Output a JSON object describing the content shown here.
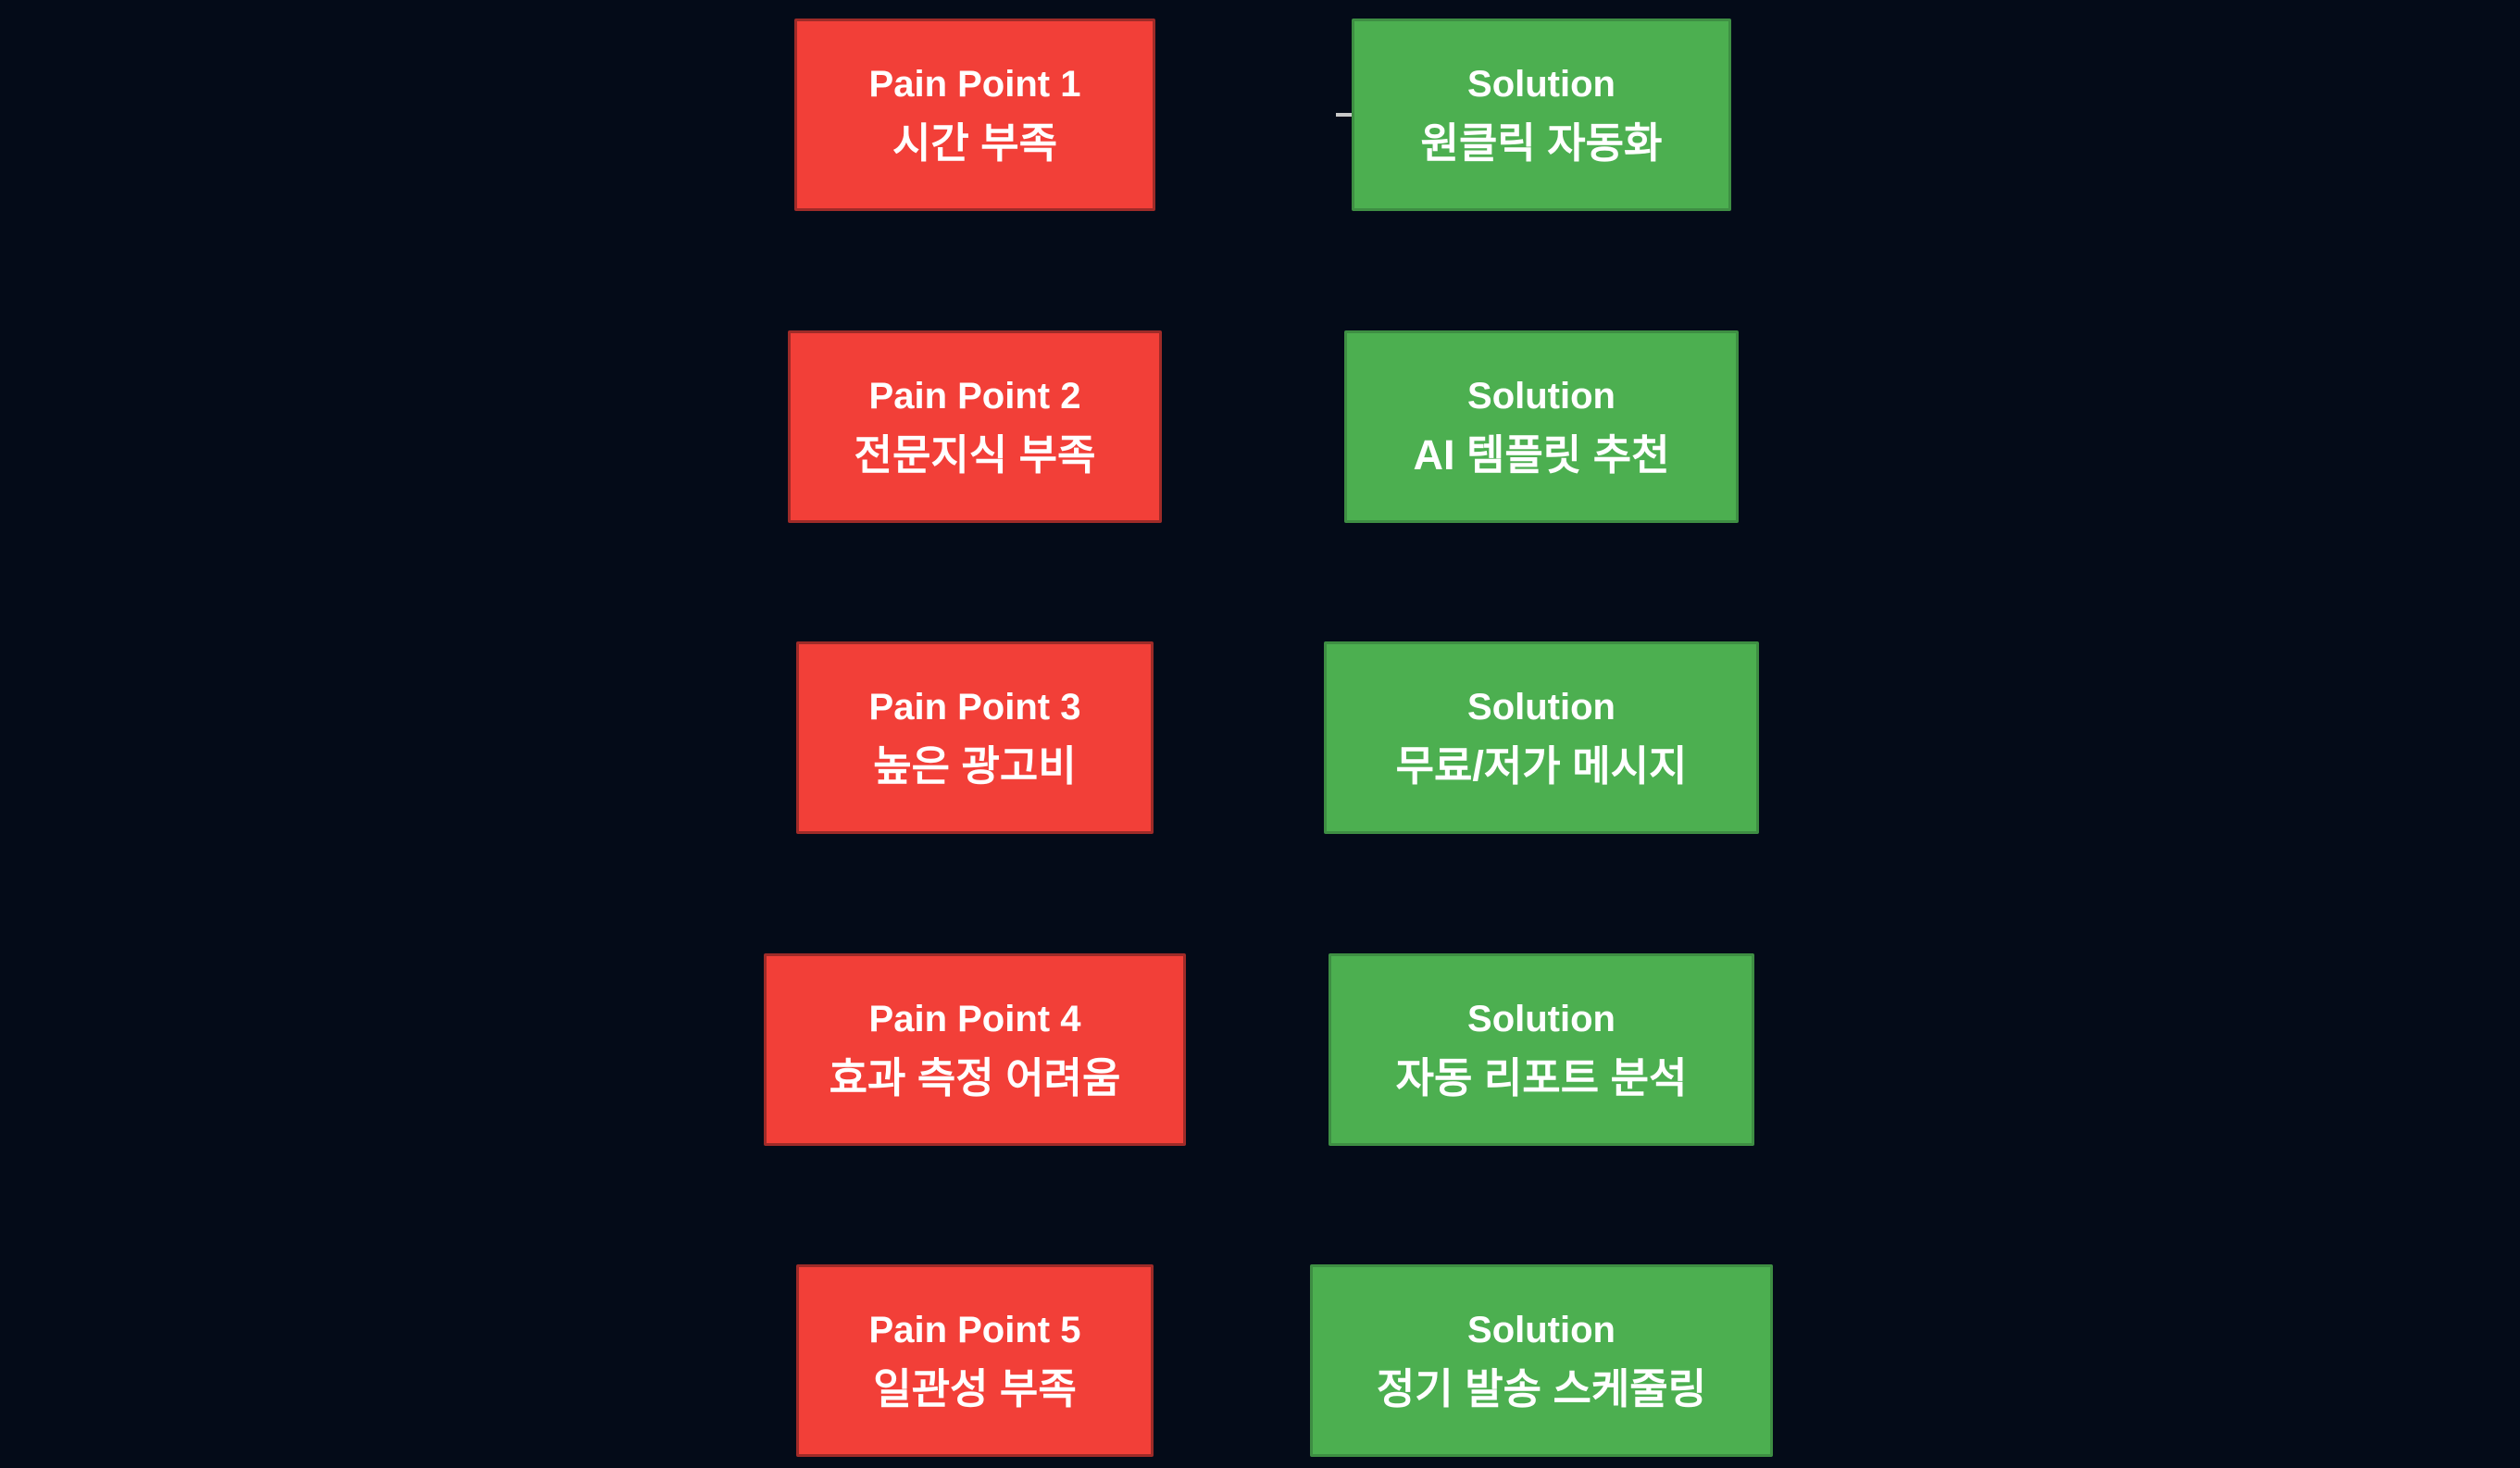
{
  "diagram": {
    "background_color": "#040B18",
    "colors": {
      "pain_fill": "#F23F38",
      "pain_border": "#9E2B28",
      "solution_fill": "#4CAF50",
      "solution_border": "#3E8E43",
      "arrow": "#C9C9C9",
      "text": "#FFFFFF"
    },
    "rows": [
      {
        "pain": {
          "title": "Pain Point 1",
          "subtitle": "시간 부족"
        },
        "solution": {
          "title": "Solution",
          "subtitle": "원클릭 자동화"
        }
      },
      {
        "pain": {
          "title": "Pain Point 2",
          "subtitle": "전문지식 부족"
        },
        "solution": {
          "title": "Solution",
          "subtitle": "AI 템플릿 추천"
        }
      },
      {
        "pain": {
          "title": "Pain Point 3",
          "subtitle": "높은 광고비"
        },
        "solution": {
          "title": "Solution",
          "subtitle": "무료/저가 메시지"
        }
      },
      {
        "pain": {
          "title": "Pain Point 4",
          "subtitle": "효과 측정 어려움"
        },
        "solution": {
          "title": "Solution",
          "subtitle": "자동 리포트 분석"
        }
      },
      {
        "pain": {
          "title": "Pain Point 5",
          "subtitle": "일관성 부족"
        },
        "solution": {
          "title": "Solution",
          "subtitle": "정기 발송 스케줄링"
        }
      }
    ]
  }
}
